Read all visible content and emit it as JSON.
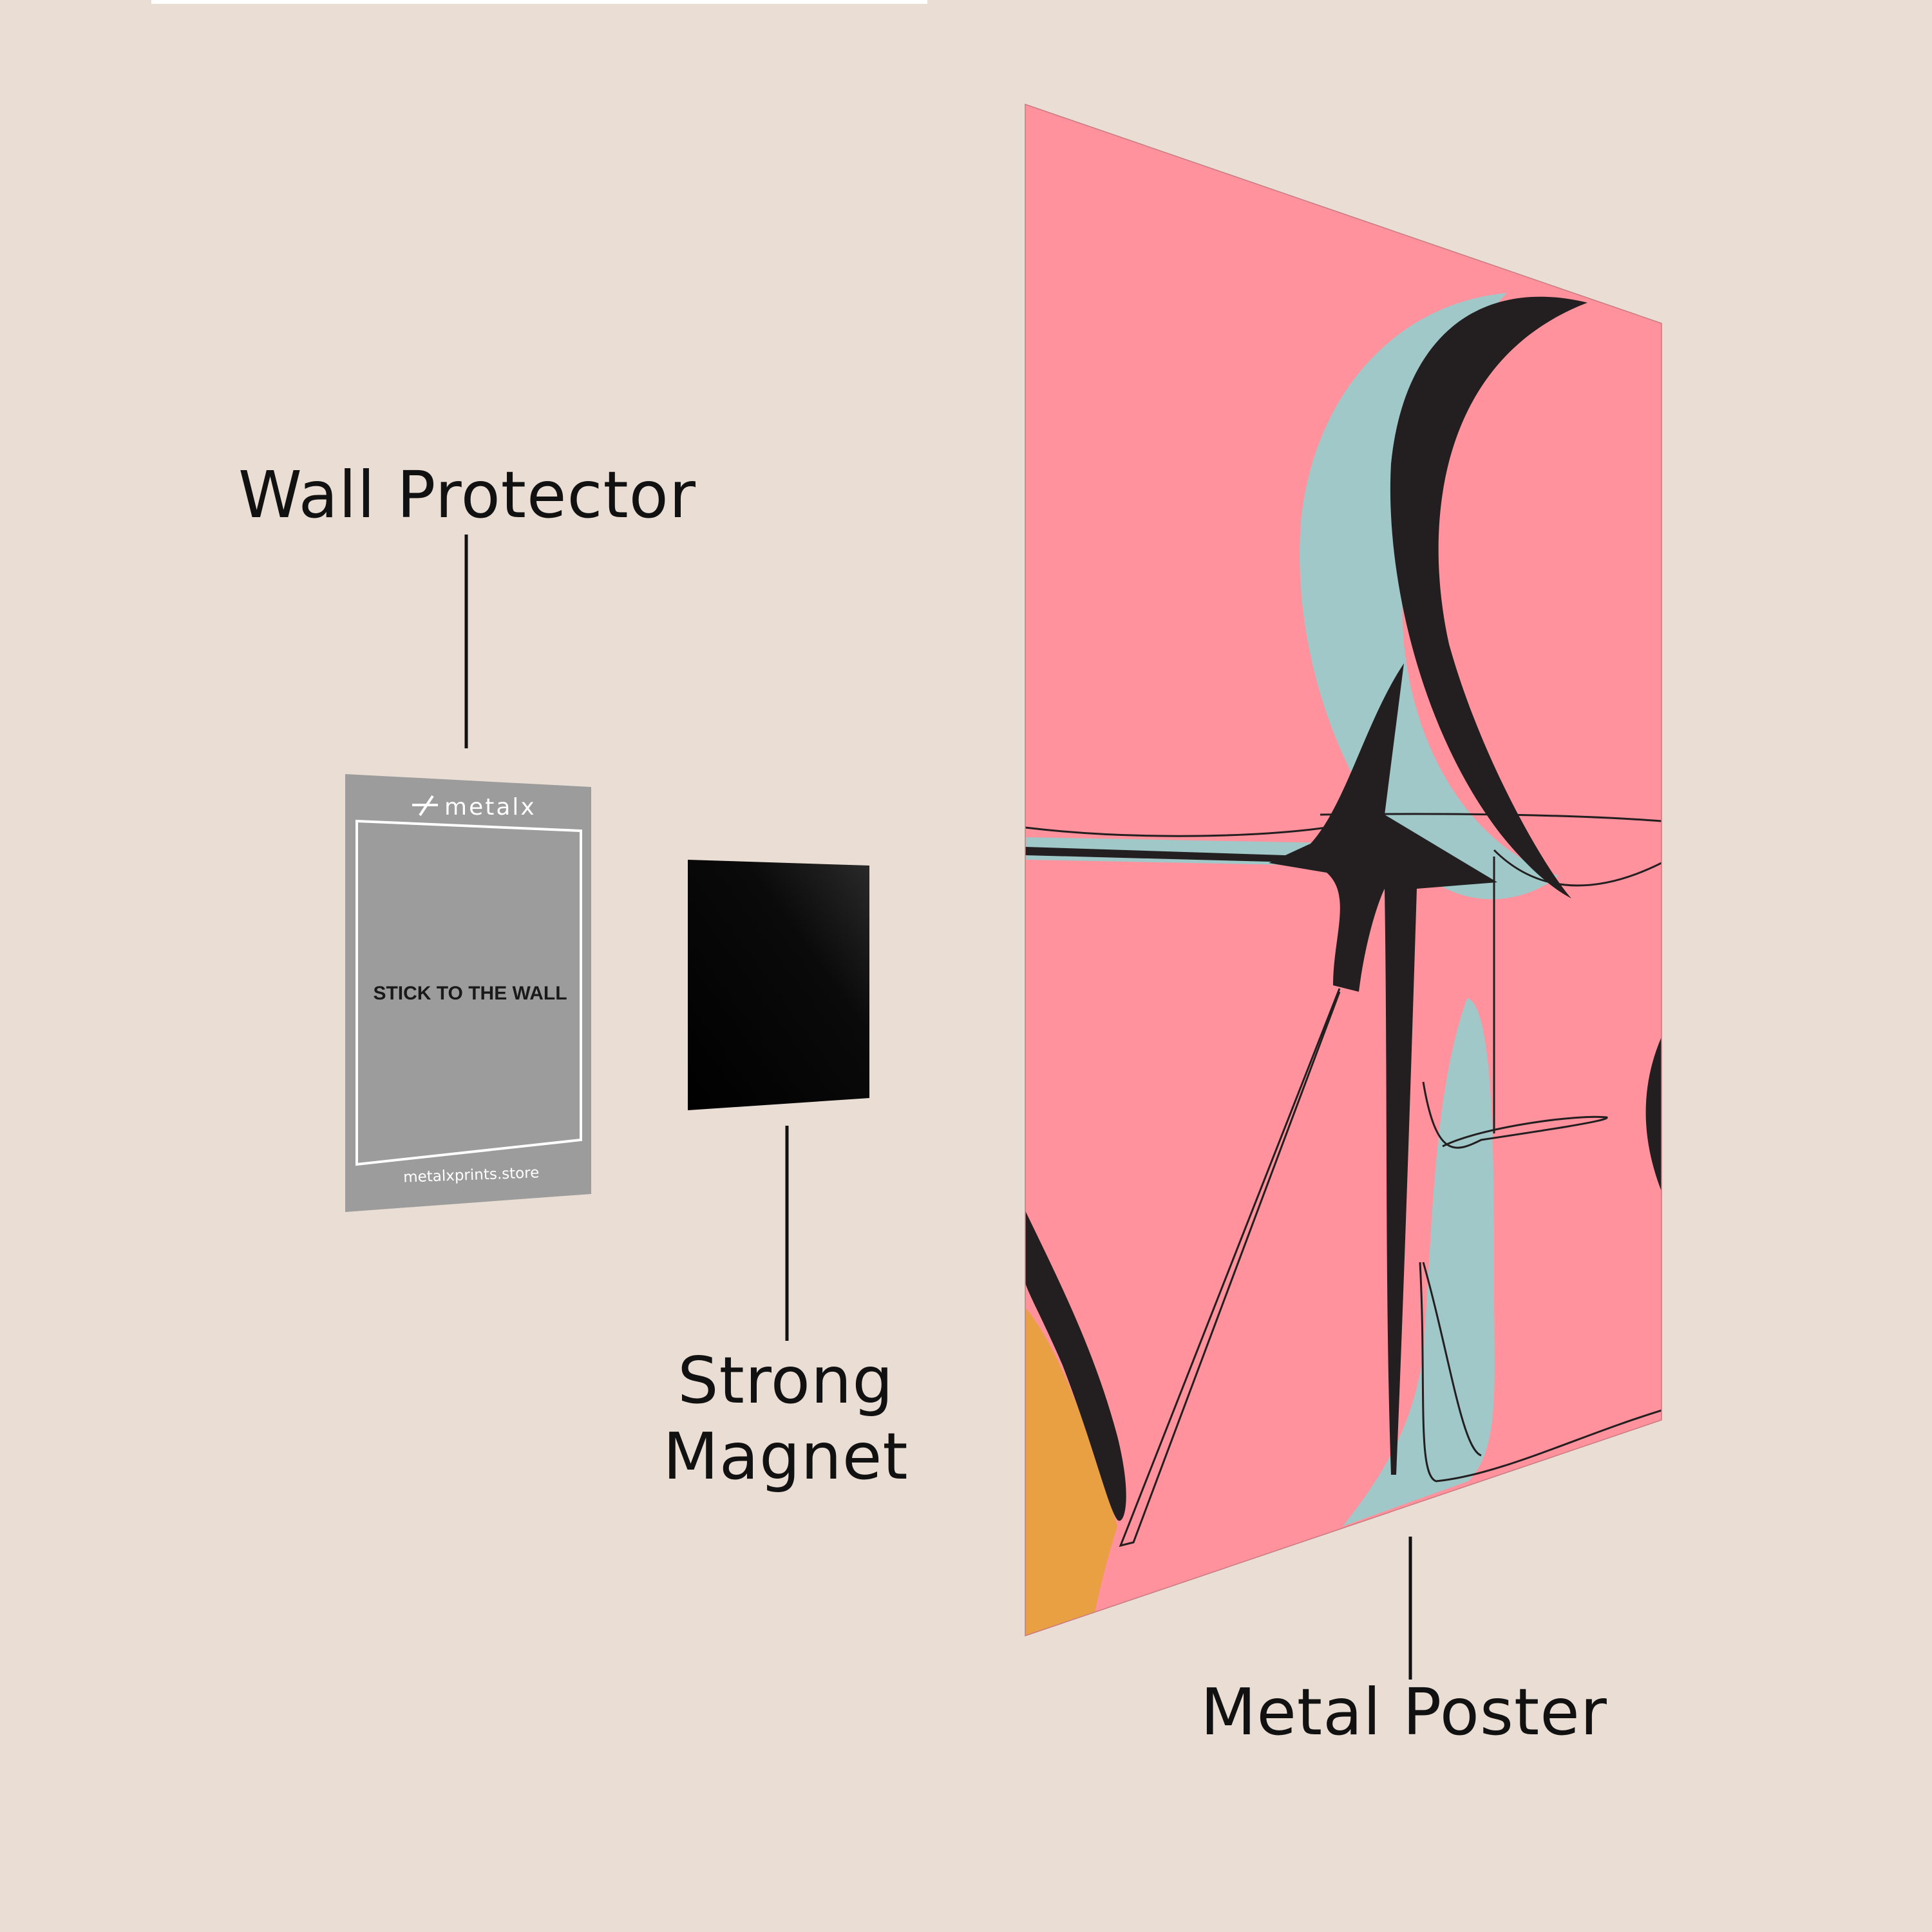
{
  "labels": {
    "wall_protector": "Wall Protector",
    "strong_magnet_line1": "Strong",
    "strong_magnet_line2": "Magnet",
    "metal_poster": "Metal Poster"
  },
  "protector_card": {
    "brand": "metalx",
    "instruction": "STICK TO THE WALL",
    "website": "metalxprints.store"
  },
  "colors": {
    "background": "#e9ddd4",
    "protector_gray": "#9c9c9c",
    "magnet_black": "#0a0a0a",
    "poster_pink": "#ff929c",
    "poster_teal": "#a0c8c8",
    "poster_orange": "#e9a043",
    "ink": "#231f20"
  }
}
